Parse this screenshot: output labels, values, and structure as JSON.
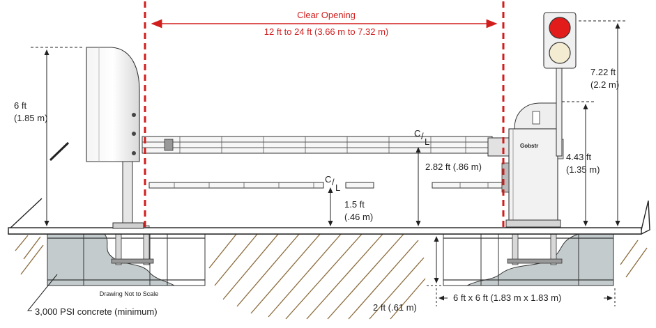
{
  "labels": {
    "clear_opening_title": "Clear Opening",
    "clear_opening_range": "12 ft to 24 ft (3.66 m to 7.32 m)",
    "left_post_height_ft": "6 ft",
    "left_post_height_m": "(1.85 m)",
    "signal_height_ft": "7.22 ft",
    "signal_height_m": "(2.2 m)",
    "operator_height_ft": "4.43 ft",
    "operator_height_m": "(1.35 m)",
    "upper_arm_height": "2.82 ft (.86 m)",
    "lower_arm_height_ft": "1.5 ft",
    "lower_arm_height_m": "(.46 m)",
    "centerline_c": "C",
    "centerline_l": "L",
    "not_to_scale": "Drawing Not to Scale",
    "concrete_note": "3,000 PSI concrete (minimum)",
    "footing_depth": "2 ft (.61 m)",
    "footing_size": "6 ft x 6 ft (1.83 m x 1.83 m)",
    "operator_brand": "Gobstr"
  },
  "colors": {
    "opening_line": "#d21d1d",
    "signal_red": "#e21b1b",
    "signal_off": "#f3ecd2",
    "concrete": "#c3cbcc",
    "soil_hatch": "#8a6a3a"
  }
}
